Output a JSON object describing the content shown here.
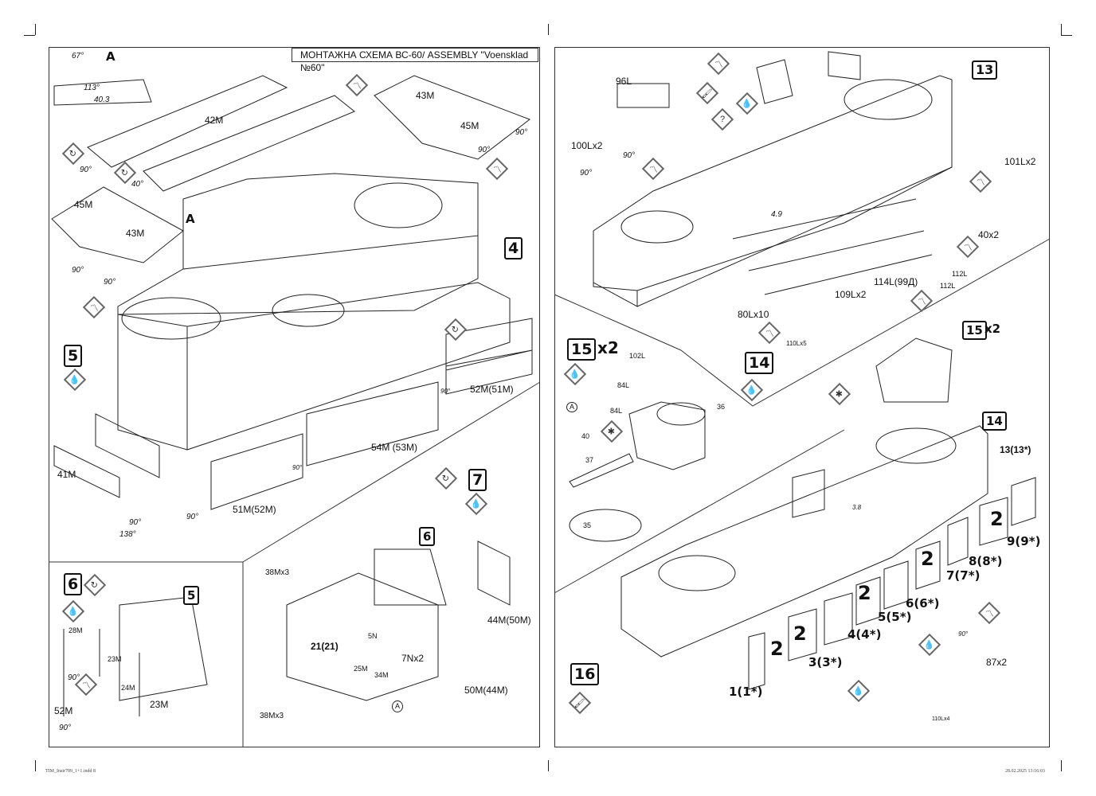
{
  "header": {
    "title": "МОНТАЖНА СХЕМА ВС-60/ ASSEMBLY \"Voensklad №60\""
  },
  "footer": {
    "file": "TIM_Instr709_1+1.indd   8",
    "timestamp": "28.02.2025   13:16:03"
  },
  "steps": {
    "s4": "4",
    "s5": "5",
    "s7": "7",
    "s6": "6",
    "s5b": "5",
    "s6b": "6",
    "s13": "13",
    "s15a": "15",
    "s15b": "15",
    "s14a": "14",
    "s14b": "14",
    "s16": "16",
    "x2": "x2"
  },
  "left_labels": [
    "67°",
    "A",
    "113°",
    "40.3",
    "42M",
    "43M",
    "45M",
    "90°",
    "90°",
    "90°",
    "40°",
    "45M",
    "43M",
    "A",
    "90°",
    "90°",
    "52M(51M)",
    "90°",
    "54M (53M)",
    "41M",
    "90°",
    "51M(52M)",
    "90°",
    "90°",
    "138°",
    "38Mx3",
    "28M",
    "23M",
    "24M",
    "23M",
    "90°",
    "52M",
    "90°",
    "21(21)",
    "5N",
    "25M",
    "34M",
    "7Nx2",
    "44M(50M)",
    "50M(44M)",
    "38Mx3",
    "A"
  ],
  "right_labels": [
    "96L",
    "100Lx2",
    "90°",
    "90°",
    "101Lx2",
    "4.9",
    "40x2",
    "112L",
    "114L(99Д)",
    "112L",
    "109Lx2",
    "80Lx10",
    "110Lx5",
    "102L",
    "84L",
    "84L",
    "36",
    "40",
    "37",
    "35",
    "A",
    "13(13*)",
    "3.8",
    "9(9*)",
    "8(8*)",
    "7(7*)",
    "6(6*)",
    "5(5*)",
    "4(4*)",
    "3(3*)",
    "1(1*)",
    "90°",
    "87x2",
    "110Lx4"
  ],
  "panel_number": "2",
  "icons": [
    "glue-icon",
    "cement-diamond-icon",
    "flip-icon",
    "question-icon",
    "paint-icon",
    "drill-icon"
  ]
}
